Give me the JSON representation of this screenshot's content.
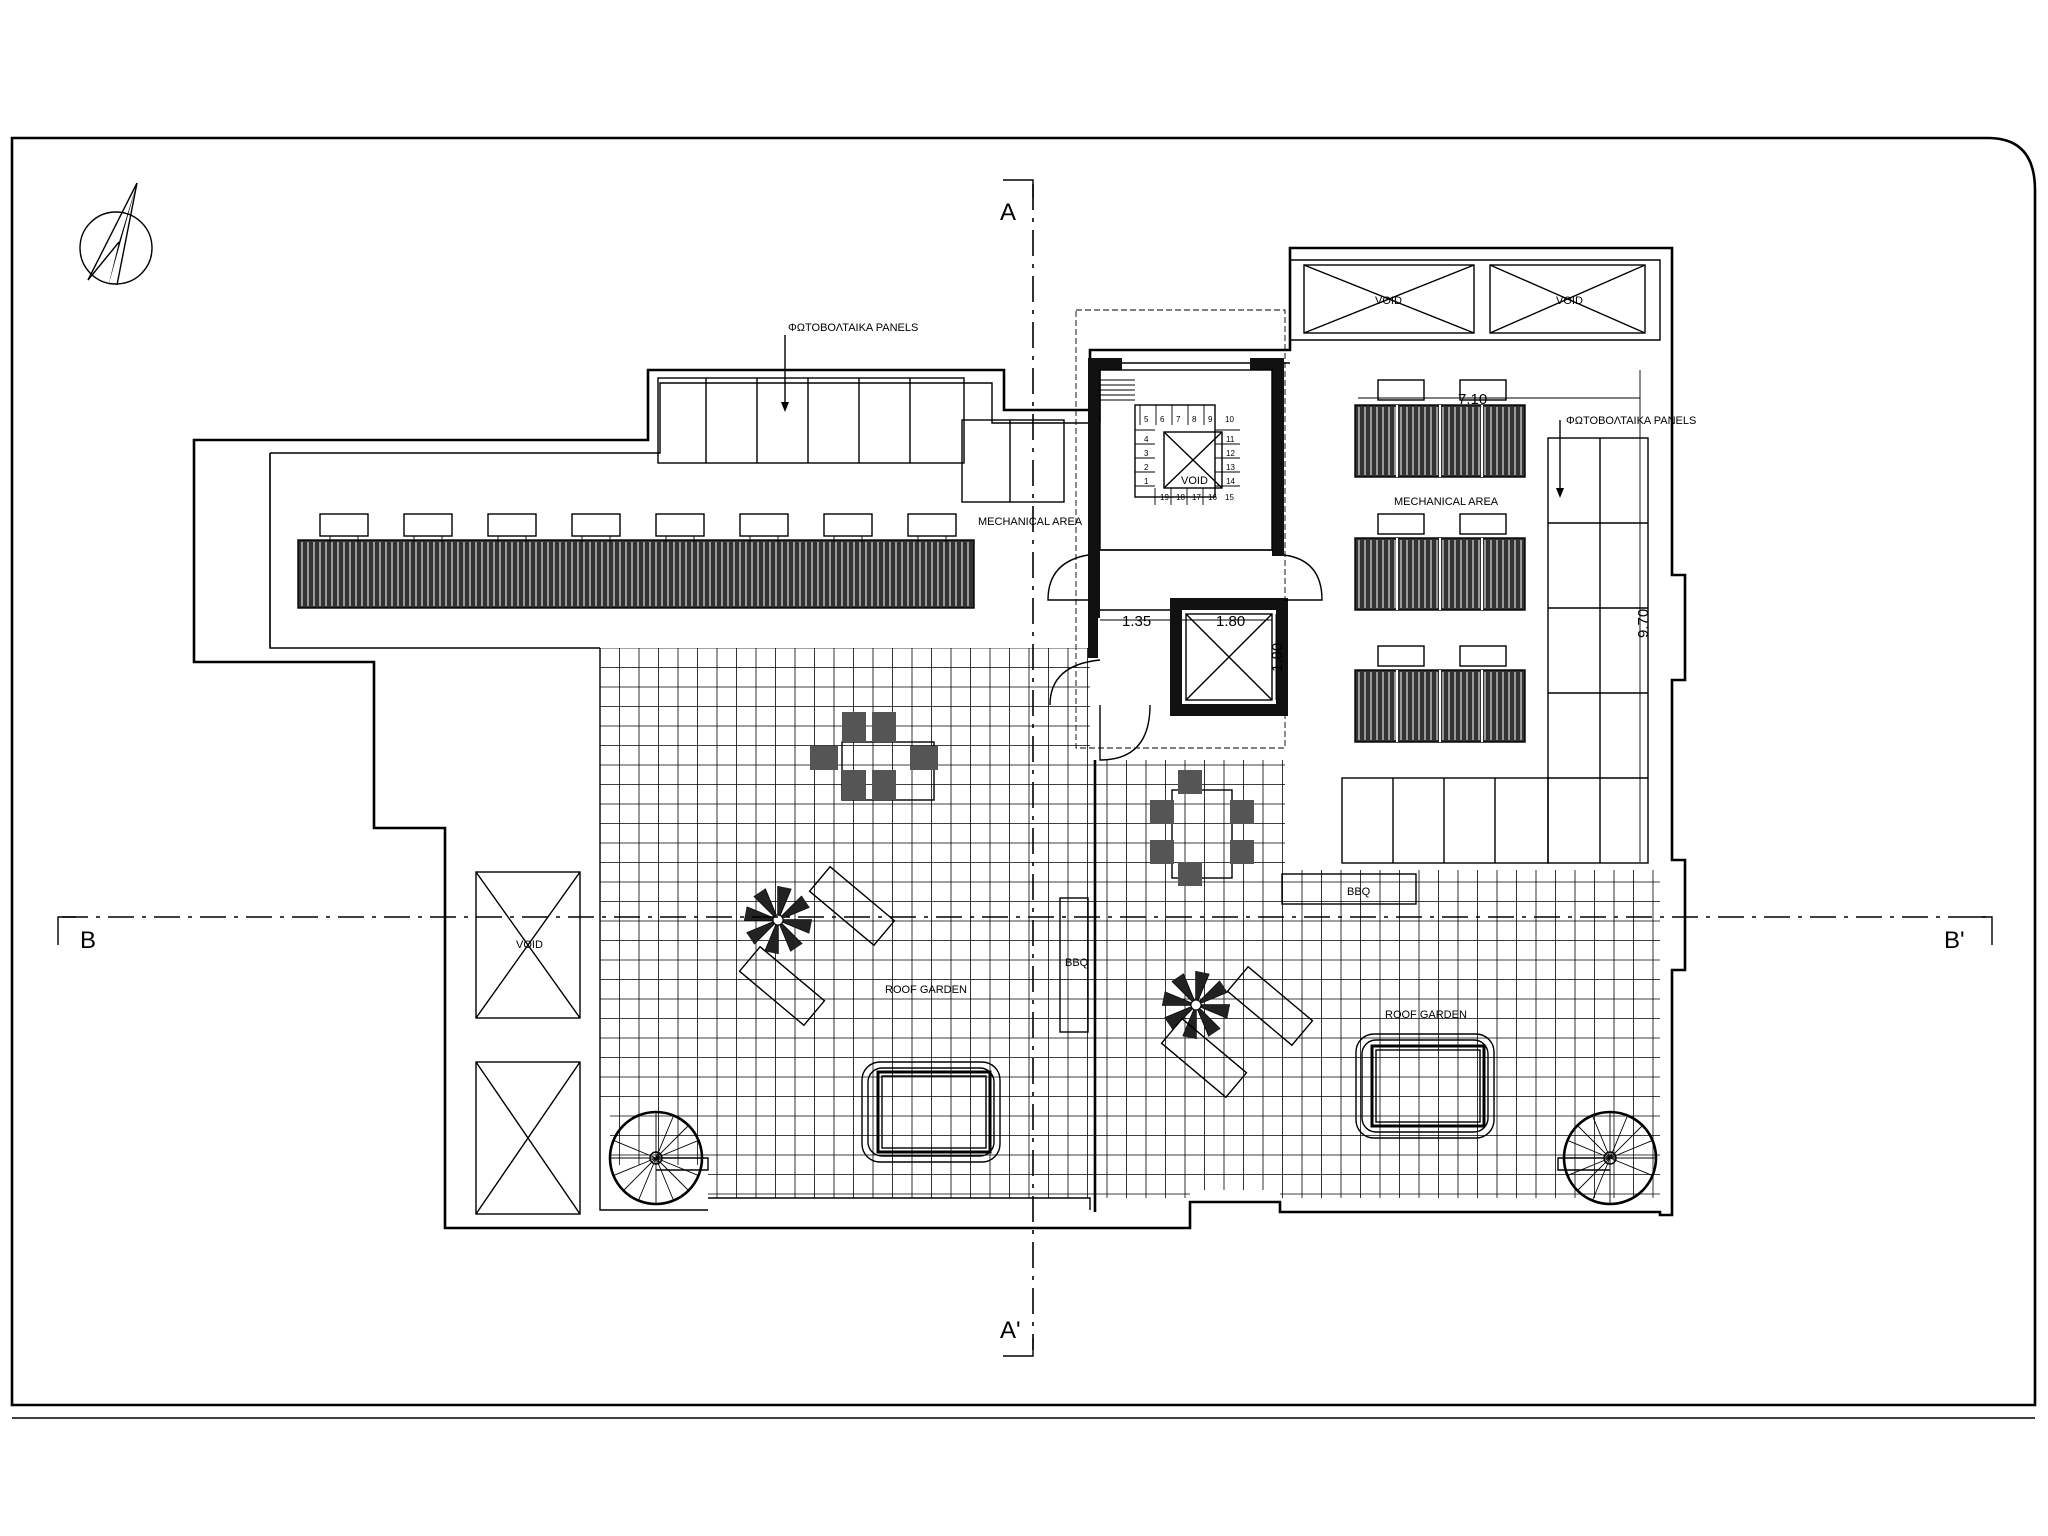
{
  "labels": {
    "pv_panels_left": "ΦΩΤΟΒΟΛΤΑΙΚΑ PANELS",
    "pv_panels_right": "ΦΩΤΟΒΟΛΤΑΙΚΑ PANELS",
    "mechanical_area_left": "MECHANICAL AREA",
    "mechanical_area_right": "MECHANICAL AREA",
    "roof_garden_left": "ROOF GARDEN",
    "roof_garden_right": "ROOF GARDEN",
    "bbq_center": "BBQ",
    "bbq_right": "BBQ",
    "void_left": "VOID",
    "void_stair": "VOID",
    "void_top_1": "VOID",
    "void_top_2": "VOID"
  },
  "dimensions": {
    "d_710": "7.10",
    "d_970": "9.70",
    "d_135": "1.35",
    "d_180_h": "1.80",
    "d_180_v": "1.80"
  },
  "sections": {
    "a_top": "A",
    "a_bottom": "A'",
    "b_left": "B",
    "b_right": "B'"
  },
  "stair_numbers": {
    "top_row": [
      "5",
      "6",
      "7",
      "8",
      "9",
      "10"
    ],
    "left_col": [
      "4",
      "3",
      "2",
      "1"
    ],
    "right_col": [
      "11",
      "12",
      "13",
      "14"
    ],
    "bottom_row": [
      "19",
      "18",
      "17",
      "16",
      "15"
    ]
  },
  "icons": [
    "north-arrow-icon"
  ]
}
